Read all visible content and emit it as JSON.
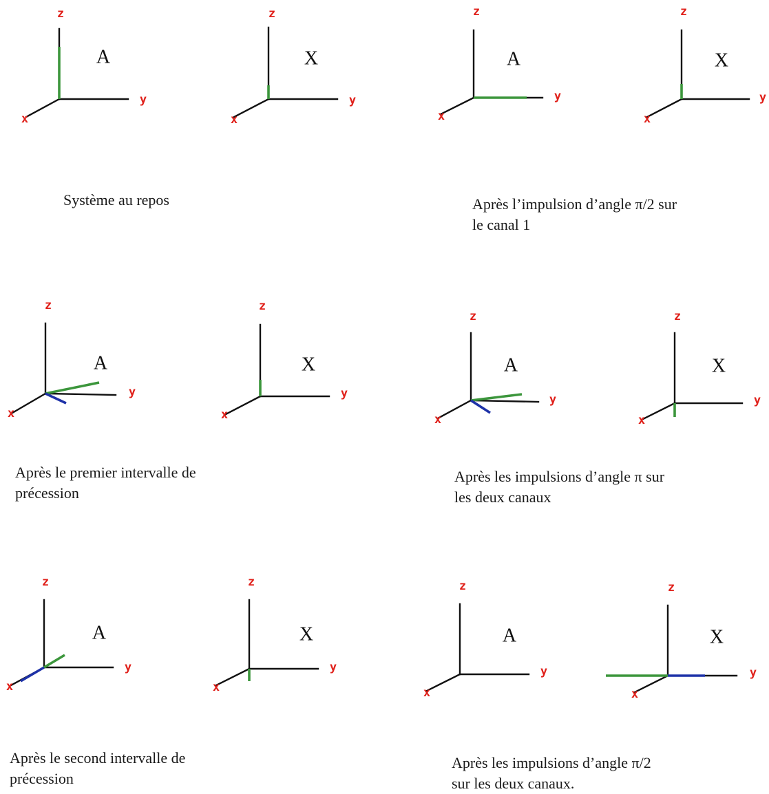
{
  "colors": {
    "axis": "#111111",
    "axis_label": "#e0201a",
    "vector_green": "#3c963c",
    "vector_blue": "#1e32a8"
  },
  "axis_labels": {
    "x": "x",
    "y": "y",
    "z": "z"
  },
  "panels": [
    {
      "id": "repos-A",
      "spin_label": "A",
      "vectors": [
        {
          "color": "vector_green",
          "direction": "+z",
          "length": "full"
        }
      ]
    },
    {
      "id": "repos-X",
      "spin_label": "X",
      "vectors": [
        {
          "color": "vector_green",
          "direction": "+z",
          "length": "short"
        }
      ]
    },
    {
      "id": "pulse1-A",
      "spin_label": "A",
      "vectors": [
        {
          "color": "vector_green",
          "direction": "+y",
          "length": "full"
        }
      ]
    },
    {
      "id": "pulse1-X",
      "spin_label": "X",
      "vectors": [
        {
          "color": "vector_green",
          "direction": "+z",
          "length": "short"
        }
      ]
    },
    {
      "id": "prec1-A",
      "spin_label": "A",
      "vectors": [
        {
          "color": "vector_green",
          "direction": "transverse, near +y",
          "length": "full"
        },
        {
          "color": "vector_blue",
          "direction": "transverse, toward +x",
          "length": "short"
        }
      ]
    },
    {
      "id": "prec1-X",
      "spin_label": "X",
      "vectors": [
        {
          "color": "vector_green",
          "direction": "+z",
          "length": "short"
        }
      ]
    },
    {
      "id": "pi-A",
      "spin_label": "A",
      "vectors": [
        {
          "color": "vector_green",
          "direction": "transverse, near +y",
          "length": "full"
        },
        {
          "color": "vector_blue",
          "direction": "transverse, toward +x",
          "length": "short"
        }
      ]
    },
    {
      "id": "pi-X",
      "spin_label": "X",
      "vectors": [
        {
          "color": "vector_green",
          "direction": "-z",
          "length": "short"
        }
      ]
    },
    {
      "id": "prec2-A",
      "spin_label": "A",
      "vectors": [
        {
          "color": "vector_green",
          "direction": "transverse, between +y and +z",
          "length": "short"
        },
        {
          "color": "vector_blue",
          "direction": "+x",
          "length": "short"
        }
      ]
    },
    {
      "id": "prec2-X",
      "spin_label": "X",
      "vectors": [
        {
          "color": "vector_green",
          "direction": "-z",
          "length": "short"
        }
      ]
    },
    {
      "id": "pulse2-A",
      "spin_label": "A",
      "vectors": []
    },
    {
      "id": "pulse2-X",
      "spin_label": "X",
      "vectors": [
        {
          "color": "vector_green",
          "direction": "-y",
          "length": "full"
        },
        {
          "color": "vector_blue",
          "direction": "+y",
          "length": "short"
        }
      ]
    }
  ],
  "captions": [
    {
      "id": "caption-repos",
      "lines": [
        "Système au repos"
      ]
    },
    {
      "id": "caption-pulse1",
      "lines": [
        "Après l’impulsion d’angle π/2 sur",
        "le canal 1"
      ]
    },
    {
      "id": "caption-prec1",
      "lines": [
        "Après le premier intervalle de",
        "précession"
      ]
    },
    {
      "id": "caption-pi",
      "lines": [
        "Après les impulsions d’angle π sur",
        "les deux canaux"
      ]
    },
    {
      "id": "caption-prec2",
      "lines": [
        "Après le second intervalle de",
        "précession"
      ]
    },
    {
      "id": "caption-pulse2",
      "lines": [
        "Après les impulsions d’angle π/2",
        "sur les deux canaux."
      ]
    }
  ]
}
